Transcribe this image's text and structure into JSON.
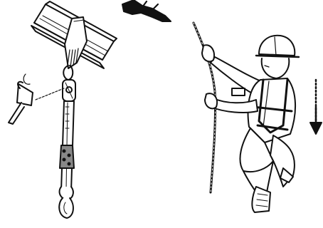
{
  "figure": {
    "panels": [
      {
        "id": "anchor-lanyard-system",
        "components": [
          "beam-anchor-sling",
          "rope-grab-device",
          "lanyard",
          "carabiner"
        ]
      },
      {
        "id": "climbing-worker",
        "components": [
          "hard-hat",
          "harness",
          "rope",
          "boots"
        ],
        "direction_indicator": "down-arrow-icon"
      }
    ],
    "colors": {
      "ink": "#111111",
      "paper": "#ffffff",
      "grey": "#888888"
    }
  }
}
